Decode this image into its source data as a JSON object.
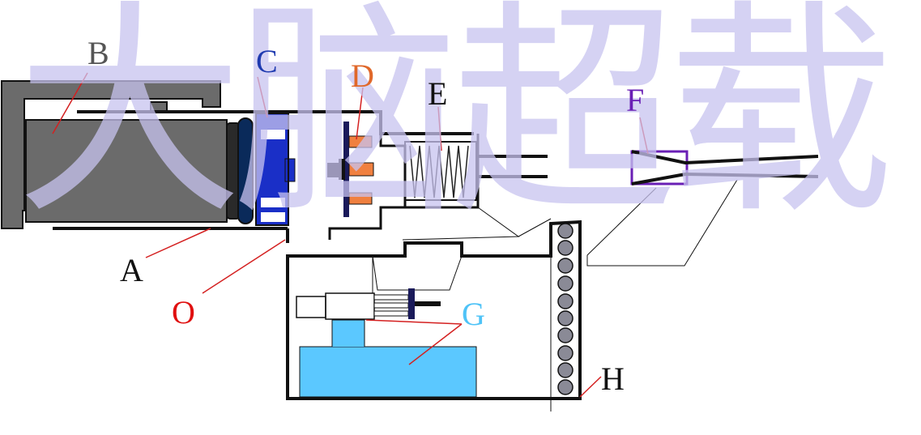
{
  "watermark": {
    "text": "大脑超载",
    "color": "#c8c3f0"
  },
  "labels": {
    "A": {
      "text": "A",
      "color": "#111111"
    },
    "B": {
      "text": "B",
      "color": "#555555"
    },
    "C": {
      "text": "C",
      "color": "#1f3bb0"
    },
    "D": {
      "text": "D",
      "color": "#e0682a"
    },
    "E": {
      "text": "E",
      "color": "#111111"
    },
    "F": {
      "text": "F",
      "color": "#6a1fb5"
    },
    "G": {
      "text": "G",
      "color": "#4fc3f7"
    },
    "H": {
      "text": "H",
      "color": "#111111"
    },
    "O": {
      "text": "O",
      "color": "#e01010"
    }
  },
  "colors": {
    "outline": "#111111",
    "motor_body": "#6b6b6b",
    "coupling": "#1a2fc7",
    "piston": "#f08040",
    "fluid": "#5bc8ff",
    "balls": "#8a8a96",
    "leader_red": "#d42020",
    "valve_box": "#6a1fb5"
  }
}
